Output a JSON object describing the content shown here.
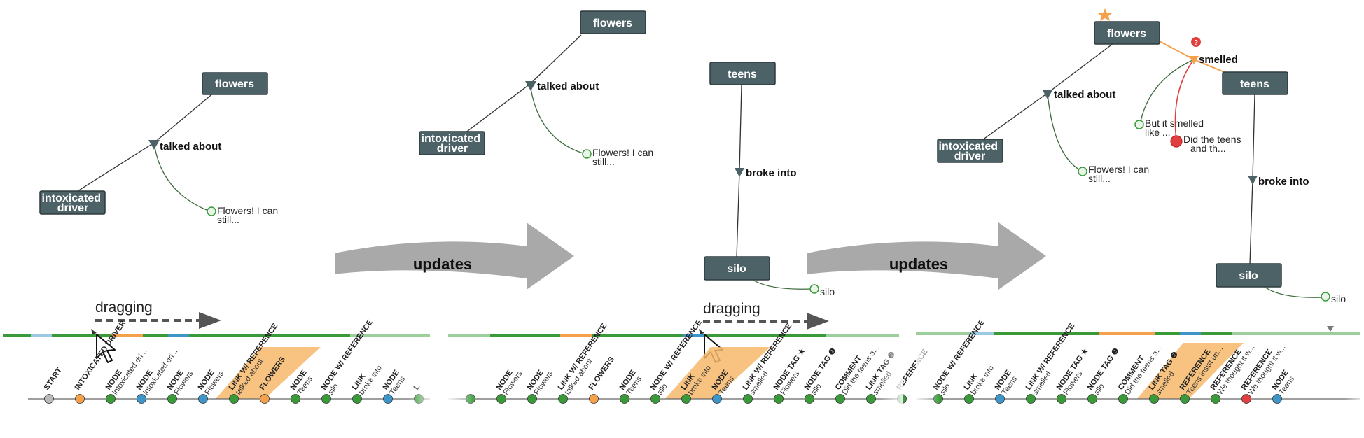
{
  "panels": [
    {
      "nodes": [
        {
          "id": "flowers",
          "label": "flowers"
        },
        {
          "id": "driver",
          "label": "intoxicated\ndriver"
        }
      ],
      "links": [
        {
          "label": "talked about"
        }
      ],
      "comments": [
        {
          "text": "Flowers! I can\nstill..."
        }
      ]
    },
    {
      "nodes": [
        {
          "id": "flowers",
          "label": "flowers"
        },
        {
          "id": "driver",
          "label": "intoxicated\ndriver"
        },
        {
          "id": "teens",
          "label": "teens"
        },
        {
          "id": "silo",
          "label": "silo"
        }
      ],
      "links": [
        {
          "label": "talked about"
        },
        {
          "label": "broke into"
        }
      ],
      "comments": [
        {
          "text": "Flowers! I can\nstill..."
        },
        {
          "text": "silo"
        }
      ]
    },
    {
      "nodes": [
        {
          "id": "flowers",
          "label": "flowers"
        },
        {
          "id": "driver",
          "label": "intoxicated\ndriver"
        },
        {
          "id": "teens",
          "label": "teens"
        },
        {
          "id": "silo",
          "label": "silo"
        }
      ],
      "links": [
        {
          "label": "talked about"
        },
        {
          "label": "smelled"
        },
        {
          "label": "broke into"
        }
      ],
      "comments": [
        {
          "text": "Flowers! I can\nstill..."
        },
        {
          "text": "But it smelled\nlike ..."
        },
        {
          "text": "Did the teens\nand th..."
        },
        {
          "text": "silo"
        }
      ]
    }
  ],
  "arrows": [
    {
      "label": "updates"
    },
    {
      "label": "updates"
    }
  ],
  "drag_labels": [
    "dragging",
    "dragging"
  ],
  "colors": {
    "node": "#4d6266",
    "arrow": "#a9a9a9",
    "green": "#3a9a3a",
    "orange": "#f5a04a",
    "blue": "#3e95c8",
    "red": "#e04040"
  },
  "timeline": {
    "panel1": [
      {
        "type": "START",
        "text": "",
        "color": "#b9b9b9"
      },
      {
        "type": "INTOXICATED DRIVER",
        "text": "",
        "color": "#f5a04a"
      },
      {
        "type": "NODE",
        "text": "intoxicated dri...",
        "color": "#3a9a3a"
      },
      {
        "type": "NODE",
        "text": "intoxicated dri...",
        "color": "#3e95c8"
      },
      {
        "type": "NODE",
        "text": "Flowers",
        "color": "#3a9a3a"
      },
      {
        "type": "NODE",
        "text": "Flowers",
        "color": "#3e95c8"
      },
      {
        "type": "LINK W/ REFERENCE",
        "text": "talked about",
        "color": "#3a9a3a"
      },
      {
        "type": "FLOWERS",
        "text": "",
        "color": "#f5a04a"
      },
      {
        "type": "NODE",
        "text": "Teens",
        "color": "#3a9a3a"
      },
      {
        "type": "NODE W/ REFERENCE",
        "text": "silo",
        "color": "#3a9a3a"
      },
      {
        "type": "LINK",
        "text": "broke into",
        "color": "#3a9a3a"
      },
      {
        "type": "NODE",
        "text": "Teens",
        "color": "#3e95c8"
      },
      {
        "type": "L",
        "text": "",
        "color": "#3a9a3a"
      }
    ],
    "panel2": [
      {
        "type": "",
        "text": "",
        "color": "#3a9a3a"
      },
      {
        "type": "NODE",
        "text": "Flowers",
        "color": "#3a9a3a"
      },
      {
        "type": "NODE",
        "text": "Flowers",
        "color": "#3a9a3a"
      },
      {
        "type": "LINK W/ REFERENCE",
        "text": "talked about",
        "color": "#3a9a3a"
      },
      {
        "type": "FLOWERS",
        "text": "",
        "color": "#f5a04a"
      },
      {
        "type": "NODE",
        "text": "Teens",
        "color": "#3a9a3a"
      },
      {
        "type": "NODE W/ REFERENCE",
        "text": "silo",
        "color": "#3a9a3a"
      },
      {
        "type": "LINK",
        "text": "broke into",
        "color": "#3a9a3a"
      },
      {
        "type": "NODE",
        "text": "Teens",
        "color": "#3e95c8"
      },
      {
        "type": "LINK W/ REFERENCE",
        "text": "smelled",
        "color": "#3a9a3a"
      },
      {
        "type": "NODE TAG ★",
        "text": "Flowers",
        "color": "#3a9a3a"
      },
      {
        "type": "NODE TAG ❷",
        "text": "silo",
        "color": "#3a9a3a"
      },
      {
        "type": "COMMENT",
        "text": "Did the teens a...",
        "color": "#3a9a3a"
      },
      {
        "type": "LINK TAG ❷",
        "text": "smelled",
        "color": "#3a9a3a"
      },
      {
        "type": "REFERENCE",
        "text": "",
        "color": "#3a9a3a"
      }
    ],
    "panel3": [
      {
        "type": "NODE W/ REFERENCE",
        "text": "silo",
        "color": "#3a9a3a"
      },
      {
        "type": "LINK",
        "text": "broke into",
        "color": "#3a9a3a"
      },
      {
        "type": "NODE",
        "text": "Teens",
        "color": "#3e95c8"
      },
      {
        "type": "LINK W/ REFERENCE",
        "text": "smelled",
        "color": "#3a9a3a"
      },
      {
        "type": "NODE TAG ★",
        "text": "Flowers",
        "color": "#3a9a3a"
      },
      {
        "type": "NODE TAG ❷",
        "text": "silo",
        "color": "#3a9a3a"
      },
      {
        "type": "COMMENT",
        "text": "Did the teens a...",
        "color": "#3a9a3a"
      },
      {
        "type": "LINK TAG ❷",
        "text": "smelled",
        "color": "#3a9a3a"
      },
      {
        "type": "REFERENCE",
        "text": "Teens insist un...",
        "color": "#3a9a3a"
      },
      {
        "type": "REFERENCE",
        "text": "We thought it w...",
        "color": "#3a9a3a"
      },
      {
        "type": "REFERENCE",
        "text": "We thought it w...",
        "color": "#e04040"
      },
      {
        "type": "NODE",
        "text": "Teens",
        "color": "#3e95c8"
      }
    ]
  }
}
